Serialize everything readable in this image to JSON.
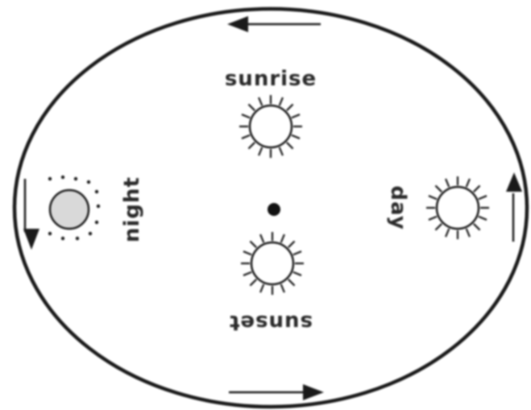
{
  "labels": {
    "sunrise": "sunrise",
    "day": "day",
    "sunset": "sunset",
    "night": "night"
  },
  "colors": {
    "stroke": "#1a1a1a",
    "text": "#2a2a2a",
    "background": "#ffffff",
    "moon_fill": "#d9d9d9"
  },
  "icons": {
    "sunrise": "sun-icon",
    "day": "sun-icon",
    "sunset": "sun-icon",
    "night": "moon-icon",
    "center": "center-dot-icon"
  }
}
